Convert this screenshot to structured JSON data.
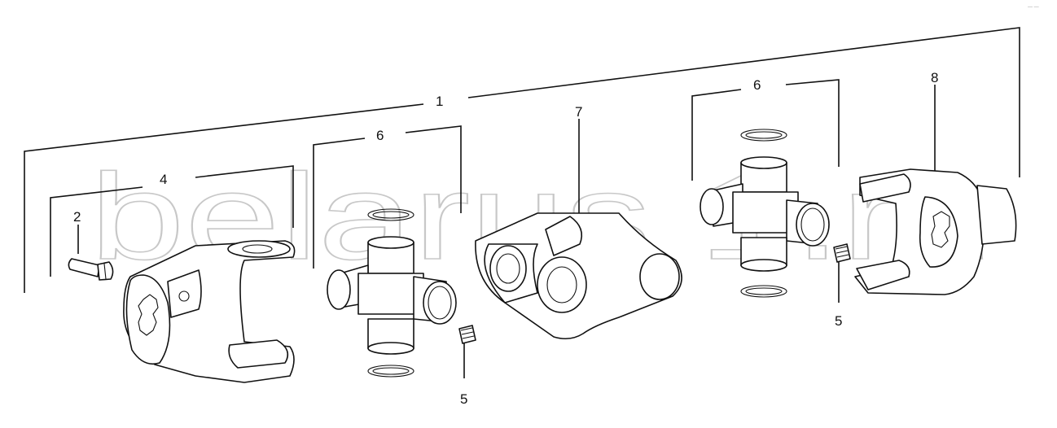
{
  "watermark": "belarus 1.ru",
  "corner_mark": "— —",
  "callouts": {
    "c1": "1",
    "c2": "2",
    "c4": "4",
    "c5a": "5",
    "c5b": "5",
    "c6a": "6",
    "c6b": "6",
    "c7": "7",
    "c8": "8"
  }
}
